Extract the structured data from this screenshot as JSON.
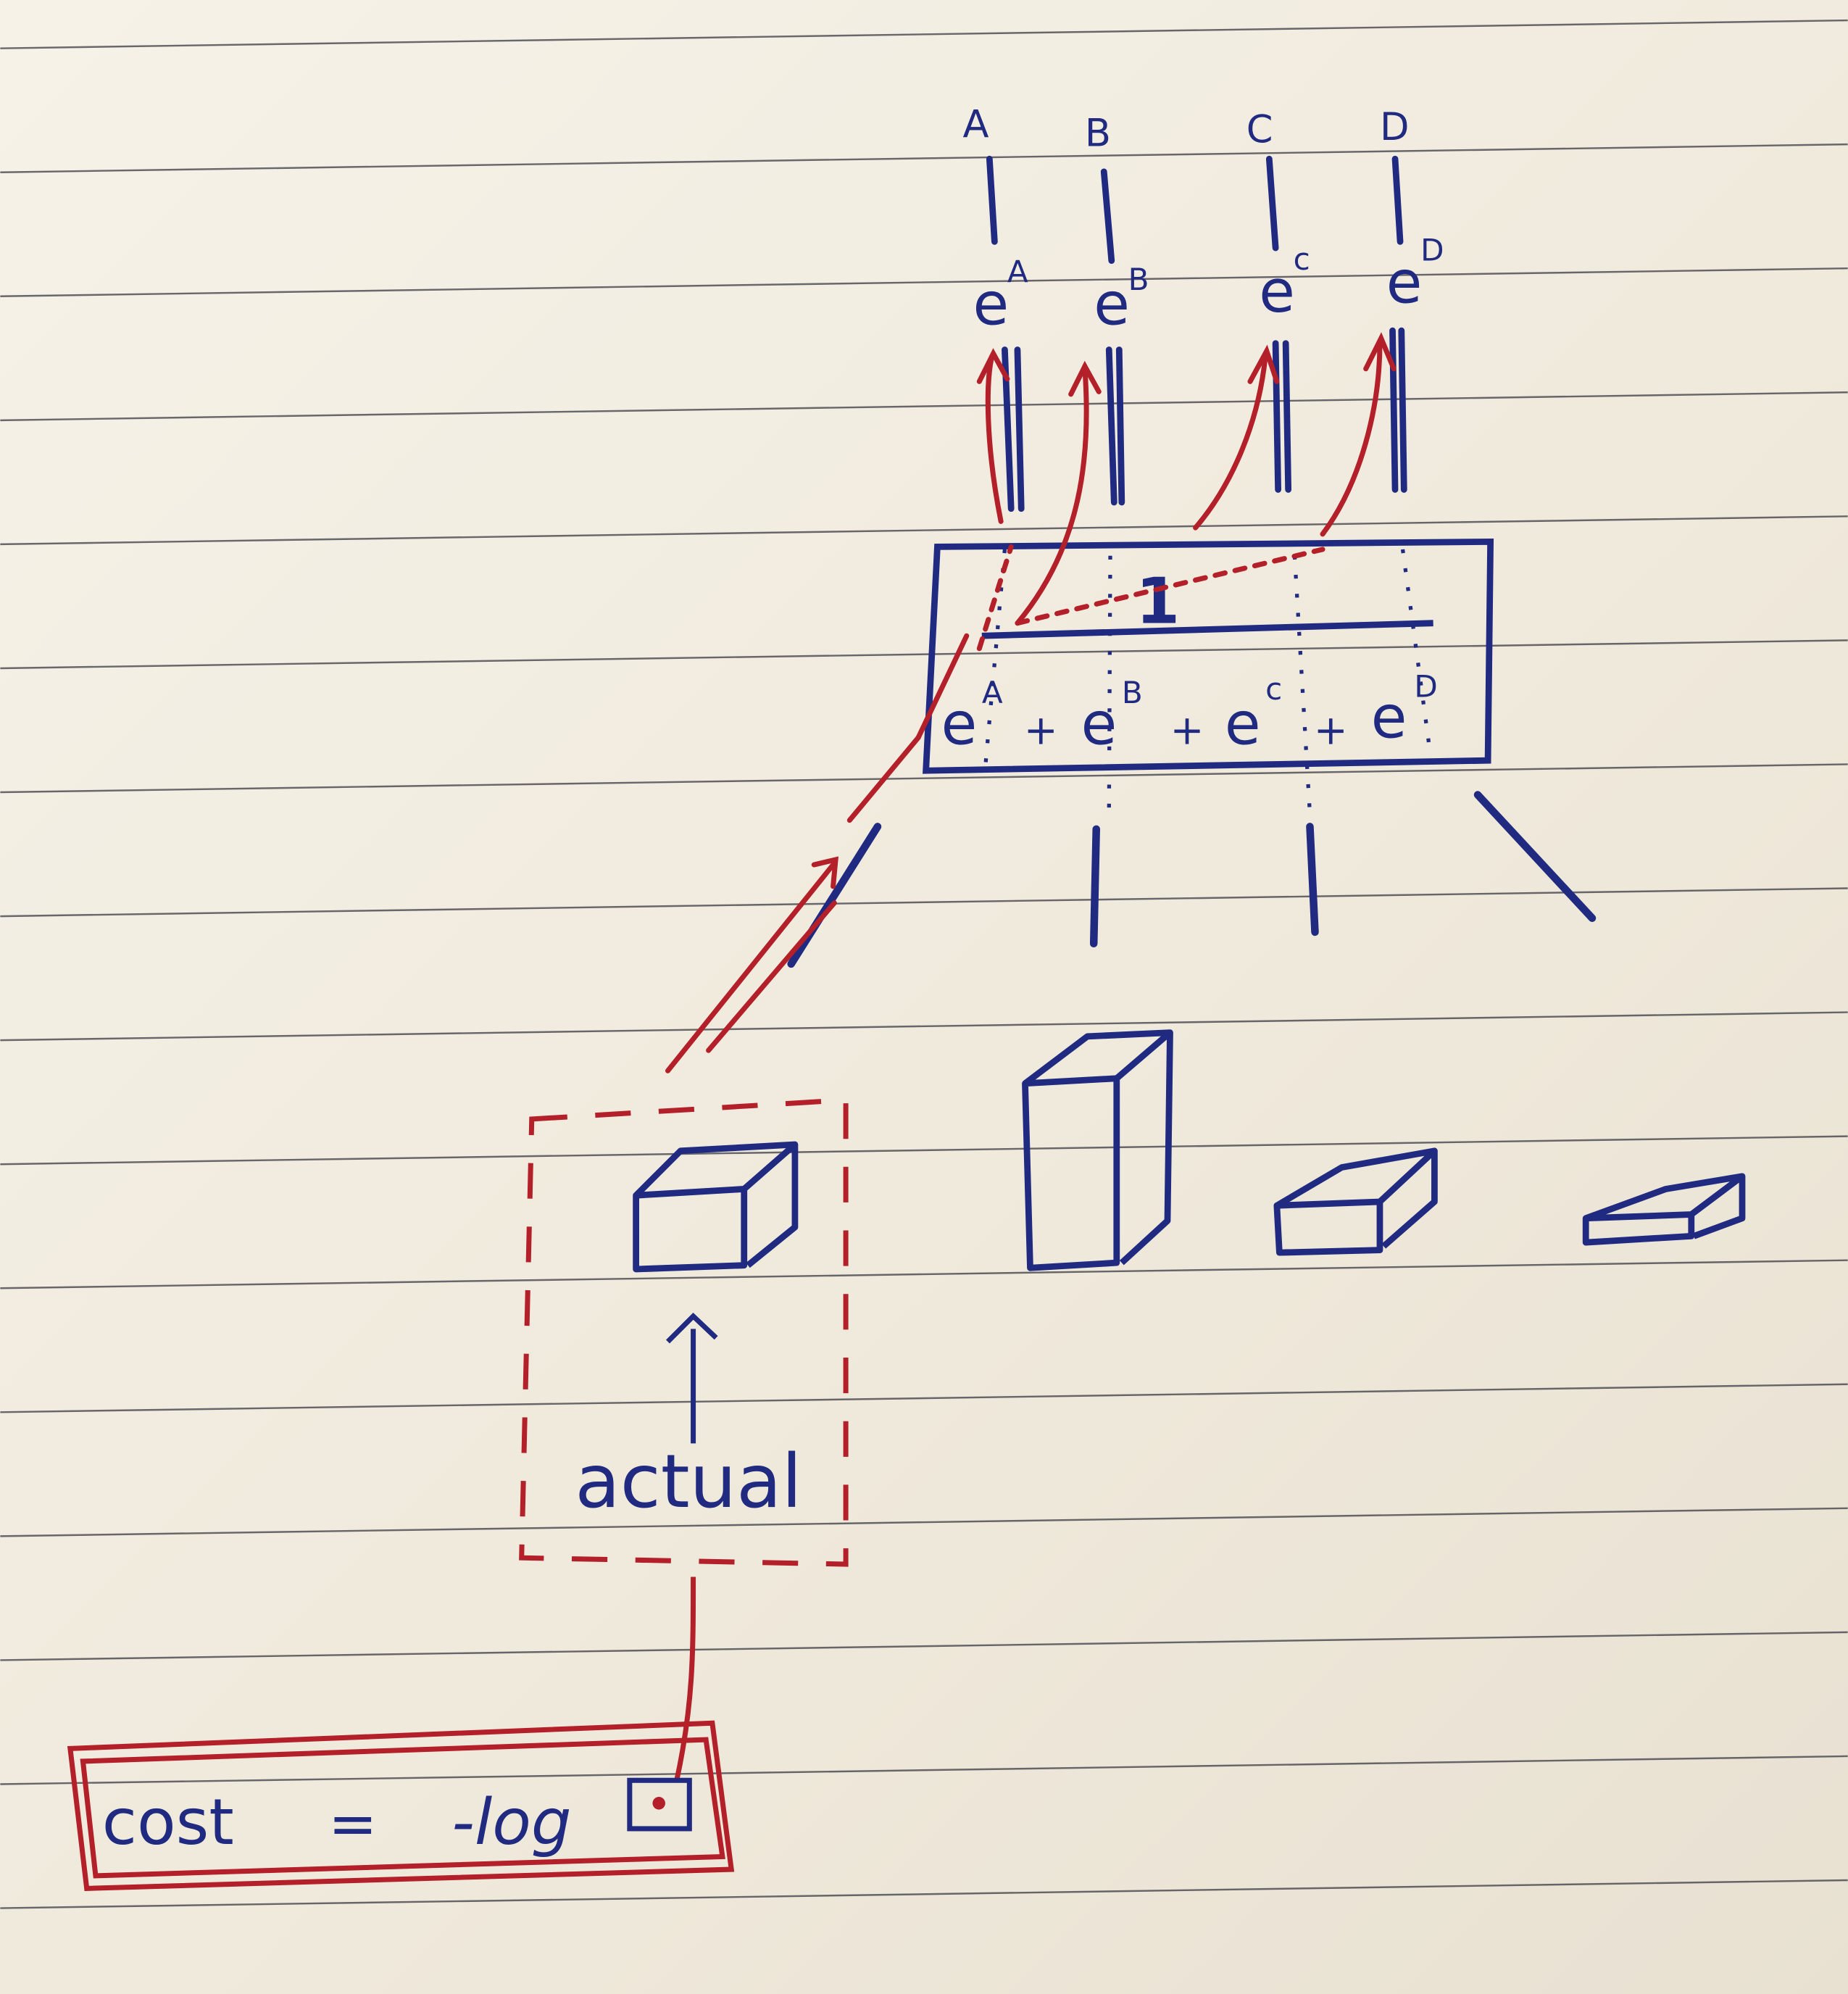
{
  "colors": {
    "ink_blue": "#1f2a80",
    "ink_red": "#b3202a",
    "paper": "#f4f0e6",
    "rule": "#3a3a44"
  },
  "outputs": [
    {
      "label": "A",
      "exp_base": "e",
      "exp_sup": "A"
    },
    {
      "label": "B",
      "exp_base": "e",
      "exp_sup": "B"
    },
    {
      "label": "C",
      "exp_base": "e",
      "exp_sup": "c"
    },
    {
      "label": "D",
      "exp_base": "e",
      "exp_sup": "D"
    }
  ],
  "softmax": {
    "numerator": "1",
    "denominator": [
      {
        "base": "e",
        "sup": "A"
      },
      {
        "op": "+"
      },
      {
        "base": "e",
        "sup": "B"
      },
      {
        "op": "+"
      },
      {
        "base": "e",
        "sup": "c"
      },
      {
        "op": "+"
      },
      {
        "base": "e",
        "sup": "D"
      }
    ]
  },
  "actual_label": "actual",
  "cost": {
    "lhs": "cost",
    "eq": "=",
    "rhs": "-log"
  }
}
